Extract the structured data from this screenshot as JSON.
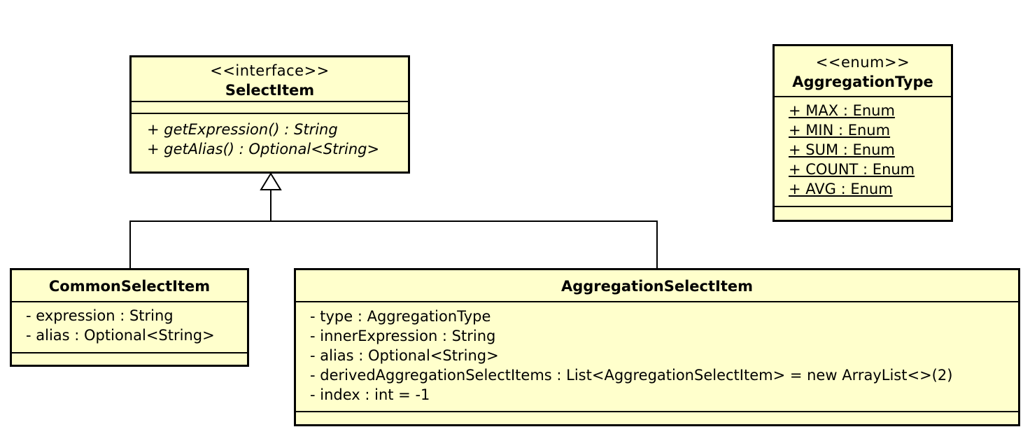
{
  "select_item": {
    "stereotype": "<<interface>>",
    "name": "SelectItem",
    "methods": [
      "+ getExpression() : String",
      "+ getAlias() : Optional<String>"
    ]
  },
  "aggregation_type": {
    "stereotype": "<<enum>>",
    "name": "AggregationType",
    "literals": [
      "+ MAX : Enum",
      "+ MIN : Enum",
      "+ SUM : Enum",
      "+ COUNT : Enum",
      "+ AVG : Enum"
    ]
  },
  "common_select_item": {
    "name": "CommonSelectItem",
    "attributes": [
      "- expression : String",
      "- alias : Optional<String>"
    ]
  },
  "aggregation_select_item": {
    "name": "AggregationSelectItem",
    "attributes": [
      "- type : AggregationType",
      "- innerExpression : String",
      "- alias : Optional<String>",
      "- derivedAggregationSelectItems : List<AggregationSelectItem> = new ArrayList<>(2)",
      "- index : int = -1"
    ]
  }
}
